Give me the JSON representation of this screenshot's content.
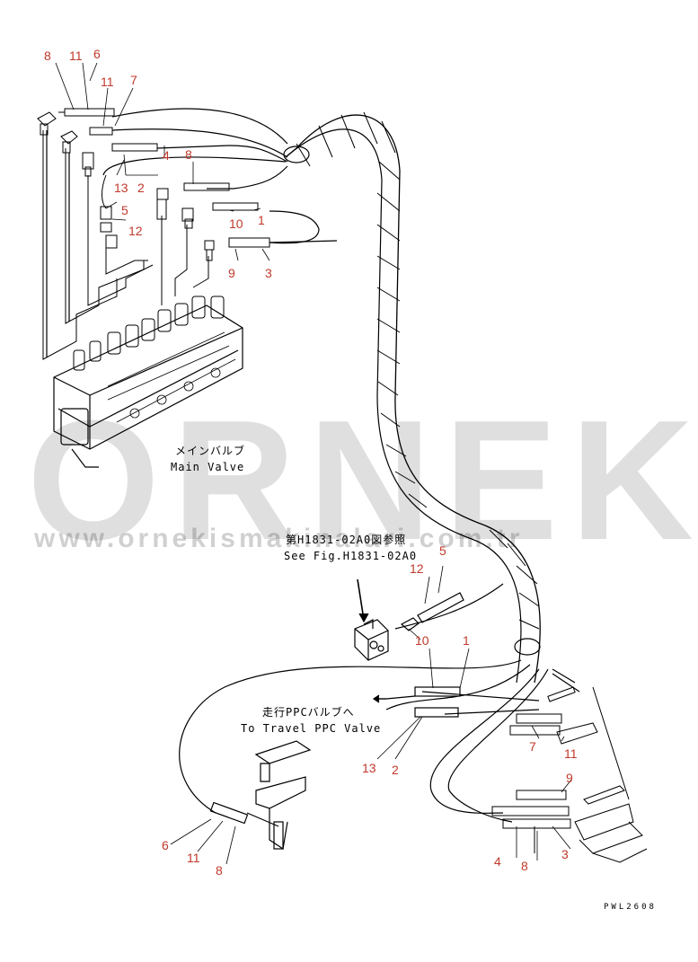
{
  "drawing": {
    "main_valve_jp": "メインバルブ",
    "main_valve_en": "Main Valve",
    "see_fig_jp": "第H1831-02A0図参照",
    "see_fig_en": "See Fig.H1831-02A0",
    "travel_ppc_jp": "走行PPCバルブへ",
    "travel_ppc_en": "To Travel PPC Valve",
    "figure_code": "PWL2608"
  },
  "watermark": {
    "brand": "ORNEK",
    "url": "www.ornekismakinalari.com.tr"
  },
  "callouts": {
    "c_8a": "8",
    "c_11a": "11",
    "c_6a": "6",
    "c_11b": "11",
    "c_7a": "7",
    "c_4a": "4",
    "c_8b": "8",
    "c_13a": "13",
    "c_2a": "2",
    "c_5a": "5",
    "c_12a": "12",
    "c_10a": "10",
    "c_1a": "1",
    "c_9a": "9",
    "c_3a": "3",
    "c_5b": "5",
    "c_12b": "12",
    "c_10b": "10",
    "c_1b": "1",
    "c_13b": "13",
    "c_2b": "2",
    "c_7b": "7",
    "c_11c": "11",
    "c_9b": "9",
    "c_6b": "6",
    "c_11d": "11",
    "c_8c": "8",
    "c_4b": "4",
    "c_8d": "8",
    "c_3b": "3"
  },
  "colors": {
    "callout": "#c0392b",
    "line": "#000000",
    "watermark": "#9a9a9a"
  }
}
